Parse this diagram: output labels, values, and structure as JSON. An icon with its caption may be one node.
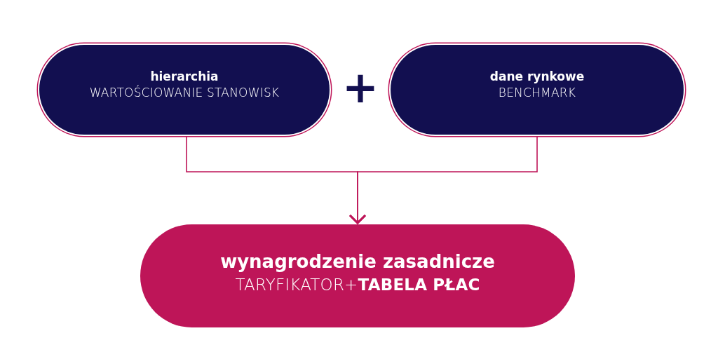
{
  "diagram": {
    "nodes": [
      {
        "text": [
          "hierarchia",
          "WARTOŚCIOWANIE STANOWISK"
        ]
      },
      {
        "text": [
          "dane rynkowe",
          "BENCHMARK"
        ]
      },
      {
        "text": [
          "wynagrodzenie zasadnicze",
          "TARYFIKATOR+**TABELA PŁAC**"
        ]
      }
    ],
    "edges": [
      {
        "from": 0,
        "to": 2,
        "arrow": "to"
      },
      {
        "from": 1,
        "to": 2,
        "arrow": "to"
      }
    ],
    "labels": [
      "+"
    ]
  }
}
